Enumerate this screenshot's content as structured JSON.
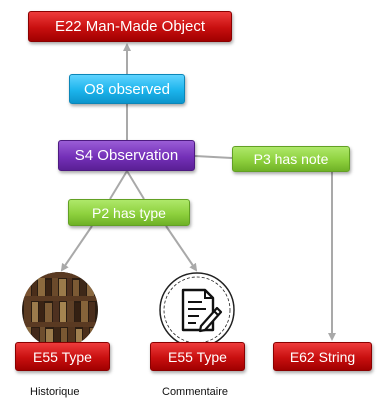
{
  "nodes": {
    "e22": "E22 Man-Made Object",
    "o8": "O8 observed",
    "s4": "S4 Observation",
    "p3": "P3 has note",
    "p2": "P2 has type",
    "e55_hist": "E55 Type",
    "e55_comm": "E55 Type",
    "e62": "E62 String"
  },
  "captions": {
    "historique": "Historique",
    "commentaire": "Commentaire"
  },
  "images": {
    "books": "bookshelf-icon",
    "note": "document-edit-icon"
  },
  "colors": {
    "class_node": "#c80f0f",
    "observed_property": "#1cb4ec",
    "observation_class": "#7430b8",
    "property": "#8ed13e",
    "connector": "#a9a9a9"
  }
}
